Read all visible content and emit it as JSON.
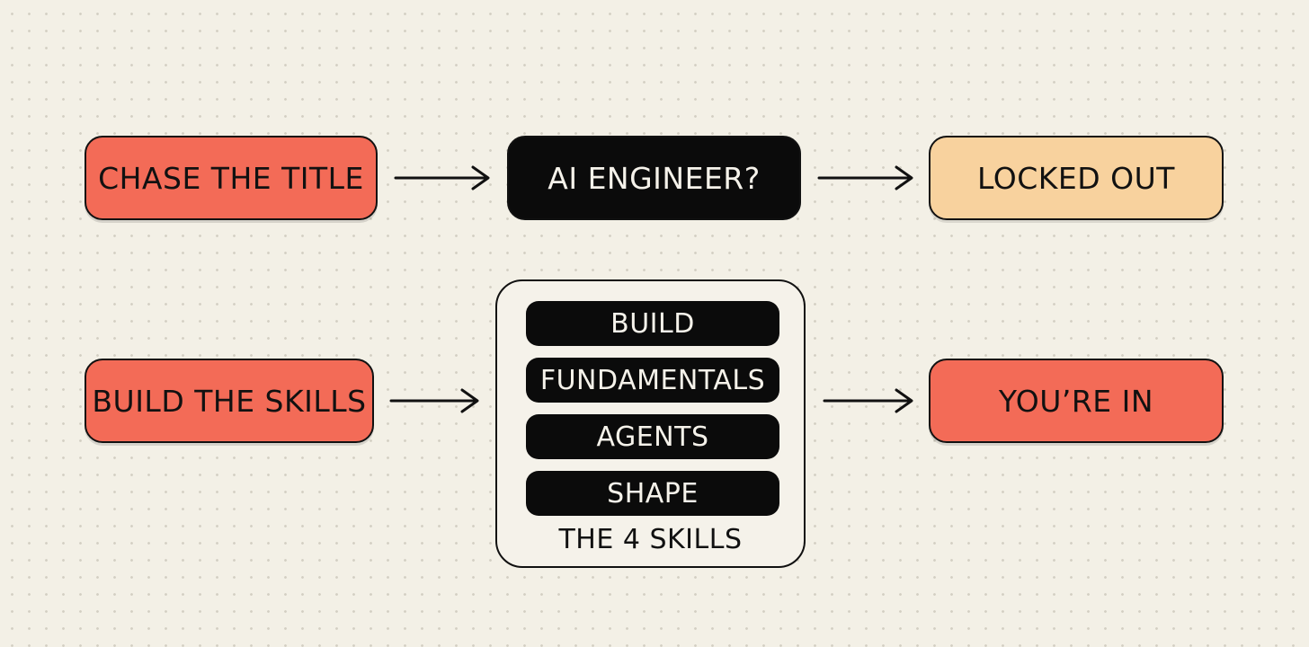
{
  "nodes": {
    "chase_title": "CHASE THE TITLE",
    "ai_engineer": "AI ENGINEER?",
    "locked_out": "LOCKED OUT",
    "build_skills": "BUILD THE SKILLS",
    "youre_in": "YOU’RE IN"
  },
  "skills": {
    "items": [
      "BUILD",
      "FUNDAMENTALS",
      "AGENTS",
      "SHAPE"
    ],
    "caption": "THE 4 SKILLS"
  },
  "colors": {
    "background": "#f3f0e6",
    "coral": "#f36b57",
    "peach": "#f8d29e",
    "dark": "#0b0b0b",
    "outline": "#111111"
  }
}
